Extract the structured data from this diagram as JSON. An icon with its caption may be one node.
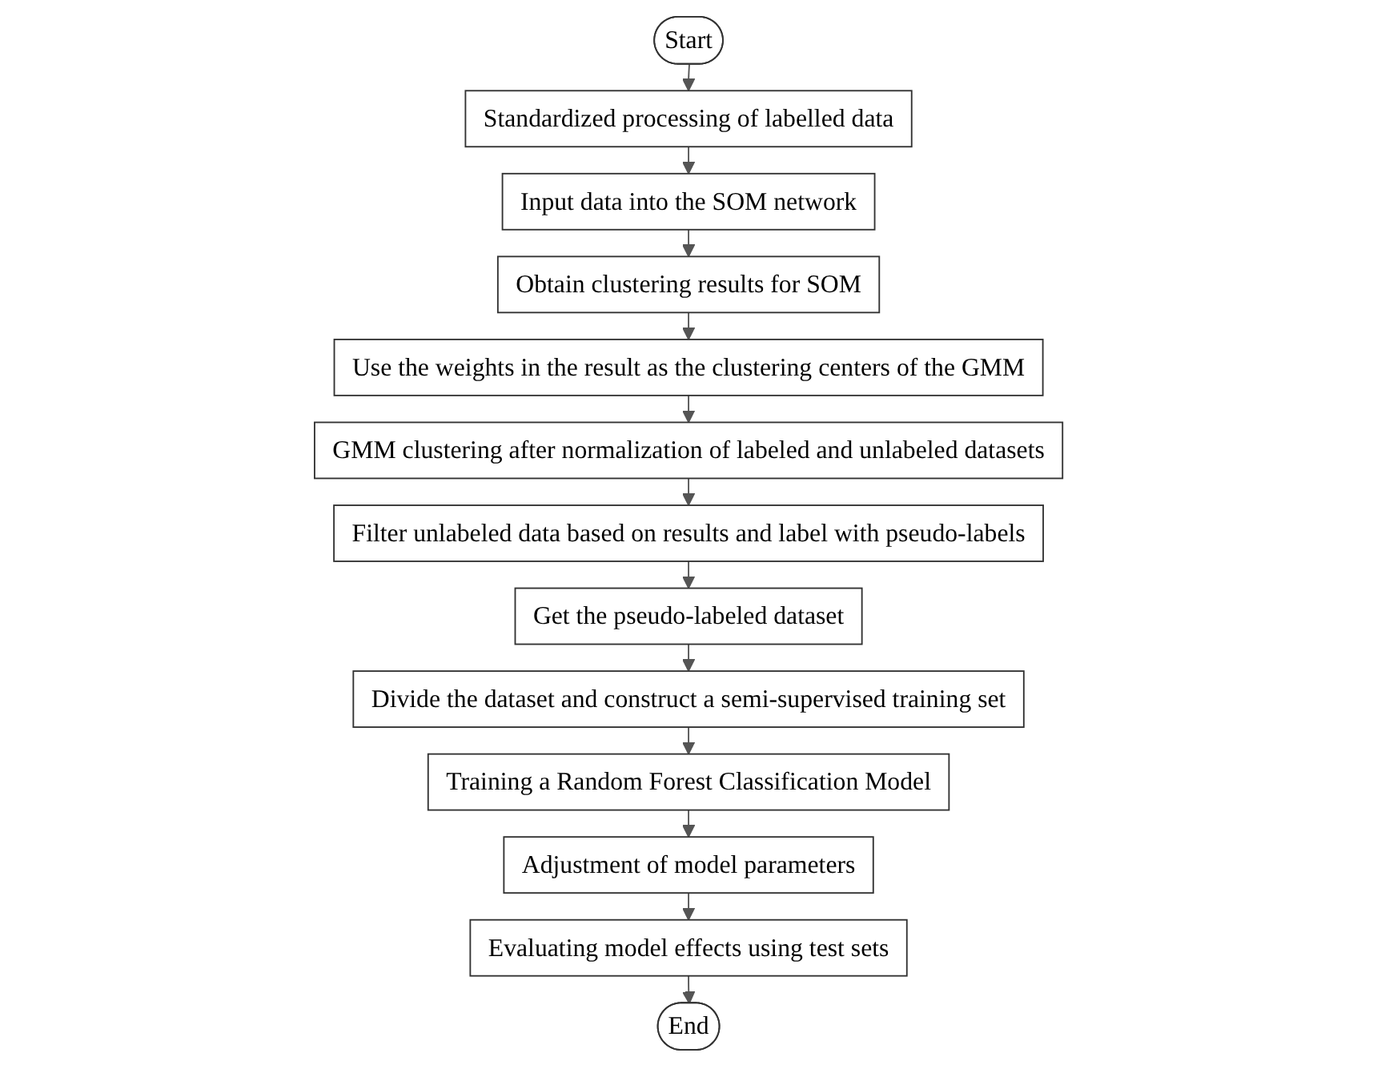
{
  "diagram": {
    "nodes": [
      {
        "text": [
          "Start"
        ]
      },
      {
        "text": [
          "Standardized processing of labelled data"
        ]
      },
      {
        "text": [
          "Input data into the SOM network"
        ]
      },
      {
        "text": [
          "Obtain clustering results for SOM"
        ]
      },
      {
        "text": [
          "Use the weights in the result as the clustering centers of the GMM"
        ]
      },
      {
        "text": [
          "GMM clustering after normalization of labeled and unlabeled datasets"
        ]
      },
      {
        "text": [
          "Filter unlabeled data based on results and label with pseudo-labels"
        ]
      },
      {
        "text": [
          "Get the pseudo-labeled dataset"
        ]
      },
      {
        "text": [
          "Divide the dataset and construct a semi-supervised training set"
        ]
      },
      {
        "text": [
          "Training a Random Forest Classification Model"
        ]
      },
      {
        "text": [
          "Adjustment of model parameters"
        ]
      },
      {
        "text": [
          "Evaluating model effects using test sets"
        ]
      },
      {
        "text": [
          "End"
        ]
      }
    ],
    "edges": [
      {
        "from": 0,
        "to": 1,
        "arrow": "to"
      },
      {
        "from": 1,
        "to": 2,
        "arrow": "to"
      },
      {
        "from": 2,
        "to": 3,
        "arrow": "to"
      },
      {
        "from": 3,
        "to": 4,
        "arrow": "to"
      },
      {
        "from": 4,
        "to": 5,
        "arrow": "to"
      },
      {
        "from": 5,
        "to": 6,
        "arrow": "to"
      },
      {
        "from": 6,
        "to": 7,
        "arrow": "to"
      },
      {
        "from": 7,
        "to": 8,
        "arrow": "to"
      },
      {
        "from": 8,
        "to": 9,
        "arrow": "to"
      },
      {
        "from": 9,
        "to": 10,
        "arrow": "to"
      },
      {
        "from": 10,
        "to": 11,
        "arrow": "to"
      },
      {
        "from": 11,
        "to": 12,
        "arrow": "to"
      }
    ]
  }
}
